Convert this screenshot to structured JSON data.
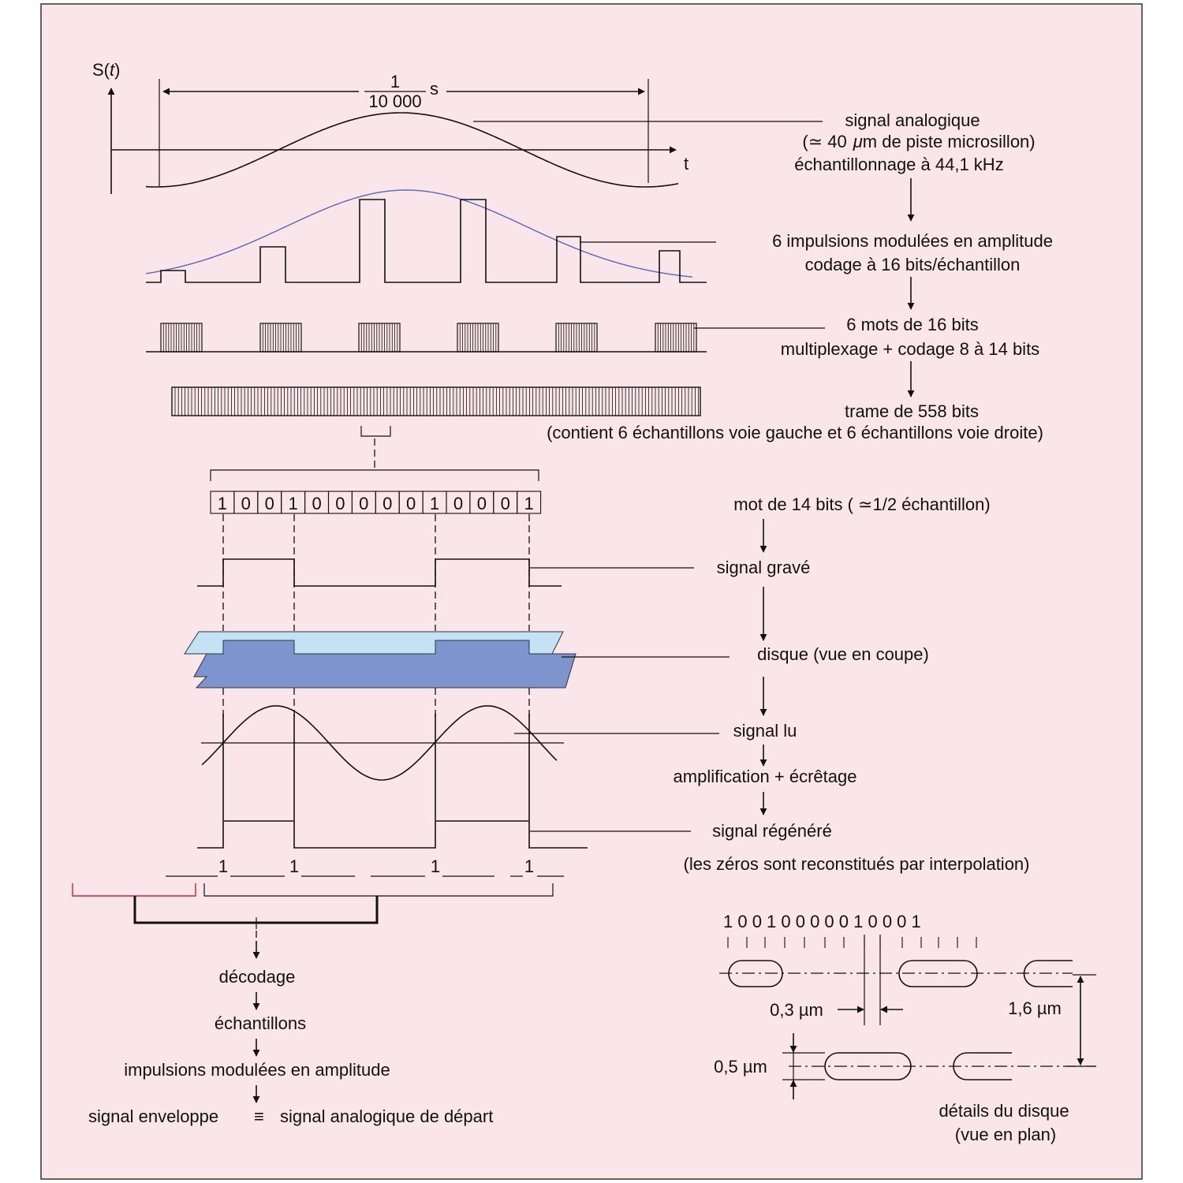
{
  "colors": {
    "background": "#fae6ea",
    "envelope": "#5566bb",
    "disc_top": "#c4e2f3",
    "disc_bottom": "#7e94cf",
    "red_bracket": "#c0282a"
  },
  "top_chart": {
    "y_axis_label_main": "S(",
    "y_axis_label_var": "t",
    "y_axis_label_close": ")",
    "x_axis_label": "t",
    "period_numerator": "1",
    "period_denominator": "10 000",
    "period_unit": "s"
  },
  "right_labels": {
    "signal_analogique": "signal analogique",
    "piste_prefix": "(≃ 40",
    "piste_unit": "μ",
    "piste_rest": "m de piste microsillon)",
    "echantillonnage": "échantillonnage à 44,1 kHz",
    "impulsions": "6 impulsions modulées en amplitude",
    "codage16": "codage à 16 bits/échantillon",
    "mots": "6 mots de 16 bits",
    "multiplexage": "multiplexage  + codage 8 à 14 bits",
    "trame": "trame de 558 bits",
    "contient": "(contient 6 échantillons voie gauche et 6 échantillons voie droite)",
    "mot14": "mot de 14 bits (  ≃1/2 échantillon)",
    "signal_grave": "signal gravé",
    "disque_coupe": "disque (vue en coupe)",
    "signal_lu": "signal lu",
    "amplification": "amplification + écrêtage",
    "signal_regenere": "signal régénéré",
    "zeros": "(les zéros sont reconstitués par interpolation)"
  },
  "bit_word": [
    "1",
    "0",
    "0",
    "1",
    "0",
    "0",
    "0",
    "0",
    "0",
    "1",
    "0",
    "0",
    "0",
    "1"
  ],
  "regen_ones": [
    "1",
    "1",
    "1",
    "1"
  ],
  "bottom_left": {
    "decodage": "décodage",
    "echantillons": "échantillons",
    "impulsions": "impulsions modulées en amplitude",
    "enveloppe": "signal enveloppe",
    "equiv": "≡",
    "depart": "signal analogique de départ"
  },
  "disc_detail": {
    "bits": "1 0 0 1 0 0 0 0 0 1 0 0 0 1",
    "dim_03": "0,3 µm",
    "dim_16": "1,6 µm",
    "dim_05": "0,5 µm",
    "caption_1": "détails du disque",
    "caption_2": "(vue en plan)"
  }
}
